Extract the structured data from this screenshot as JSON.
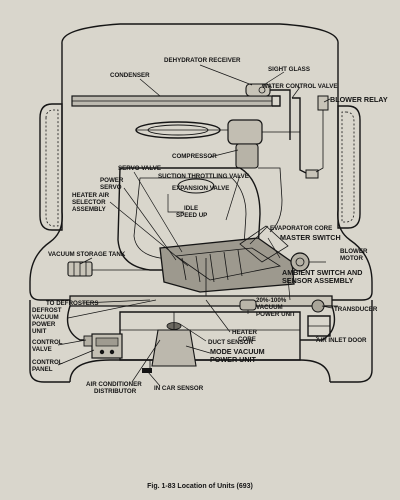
{
  "caption": "Fig. 1-83   Location of Units (693)",
  "labels": {
    "dehydrator_receiver": "DEHYDRATOR RECEIVER",
    "sight_glass": "SIGHT GLASS",
    "condenser": "CONDENSER",
    "water_control_valve": "WATER CONTROL VALVE",
    "blower_relay": "BLOWER RELAY",
    "compressor": "COMPRESSOR",
    "servo_valve": "SERVO VALVE",
    "power_servo_1": "POWER",
    "power_servo_2": "SERVO",
    "suction_throttling_valve": "SUCTION THROTTLING VALVE",
    "expansion_valve": "EXPANSION VALVE",
    "heater_air_1": "HEATER AIR",
    "heater_air_2": "SELECTOR",
    "heater_air_3": "ASSEMBLY",
    "idle_speed_1": "IDLE",
    "idle_speed_2": "SPEED UP",
    "evaporator_core": "EVAPORATOR CORE",
    "master_switch": "MASTER SWITCH",
    "blower_motor_1": "BLOWER",
    "blower_motor_2": "MOTOR",
    "vacuum_storage_tank": "VACUUM STORAGE TANK",
    "ambient_switch_1": "AMBIENT SWITCH AND",
    "ambient_switch_2": "SENSOR ASSEMBLY",
    "to_defrosters": "TO DEFROSTERS",
    "transducer": "TRANSDUCER",
    "defrost_1": "DEFROST",
    "defrost_2": "VACUUM",
    "defrost_3": "POWER",
    "defrost_4": "UNIT",
    "vacuum_power_1": "20%-100%",
    "vacuum_power_2": "VACUUM",
    "vacuum_power_3": "POWER UNIT",
    "heater_core_1": "HEATER",
    "heater_core_2": "CORE",
    "air_inlet_door": "AIR INLET DOOR",
    "control_valve_1": "CONTROL",
    "control_valve_2": "VALVE",
    "duct_sensor": "DUCT SENSOR",
    "control_panel_1": "CONTROL",
    "control_panel_2": "PANEL",
    "mode_vacuum_1": "MODE VACUUM",
    "mode_vacuum_2": "POWER UNIT",
    "ac_distributor_1": "AIR CONDITIONER",
    "ac_distributor_2": "DISTRIBUTOR",
    "in_car_sensor": "IN CAR SENSOR"
  }
}
